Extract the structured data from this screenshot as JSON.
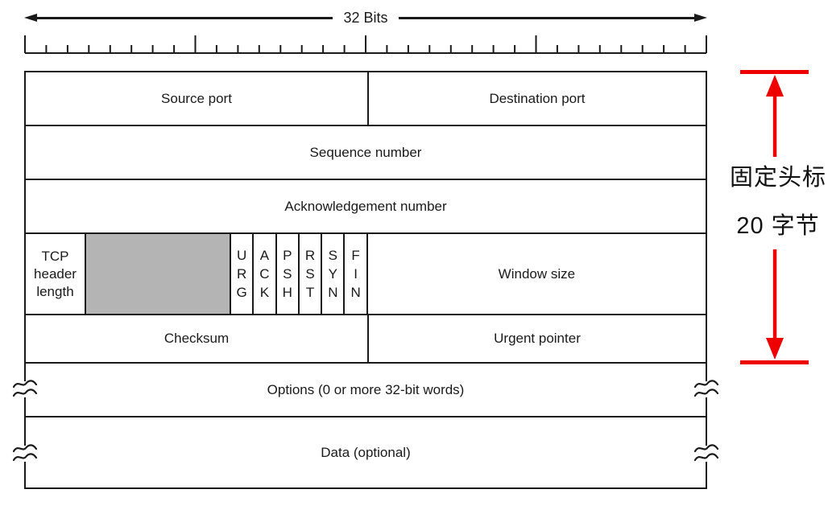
{
  "diagram_title": "32 Bits",
  "ruler": {
    "total_bits": 32,
    "major_tick_interval": 8
  },
  "header_fields": {
    "source_port": "Source port",
    "destination_port": "Destination port",
    "sequence_number": "Sequence number",
    "acknowledgement_number": "Acknowledgement number",
    "tcp_header_length": "TCP header length",
    "flags": [
      "URG",
      "ACK",
      "PSH",
      "RST",
      "SYN",
      "FIN"
    ],
    "window_size": "Window size",
    "checksum": "Checksum",
    "urgent_pointer": "Urgent pointer",
    "options": "Options (0 or more 32-bit words)",
    "data": "Data (optional)"
  },
  "annotation": {
    "line1": "固定头标",
    "line2": "20 字节"
  },
  "colors": {
    "line": "#1a1a1a",
    "reserved_fill": "#b4b4b4",
    "annotation_red": "#ee0000"
  }
}
